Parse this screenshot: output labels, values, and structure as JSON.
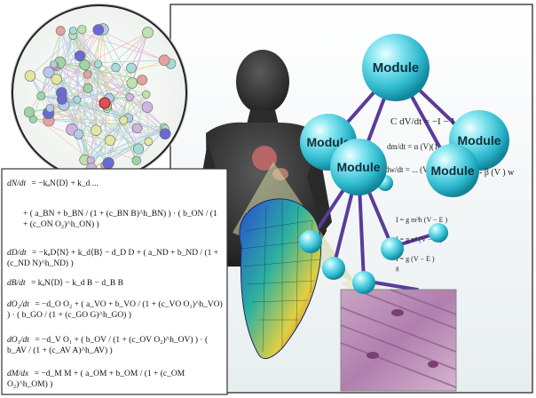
{
  "modules": {
    "top": "Module",
    "left": "Module",
    "center": "Module",
    "right": "Module",
    "lower_right": "Module"
  },
  "lower_right_suffix": "- β (V ) w",
  "hh_equations": [
    "C dV/dt = −I − I − I + I",
    "dm/dt = α (V)(1 − m) − β (V)m",
    "dw/dt = ... (V) w",
    "I = g m³h (V − E )",
    "I = g n⁴ (V − E )",
    "I = g (V − E )",
    "g"
  ],
  "equations": [
    {
      "lhs": "dN/dt",
      "rhs": "= −kₐN⟨D⟩ + k_d ..."
    },
    {
      "lhs": "",
      "rhs": "+ ( a_BN + b_BN / (1 + (c_BN B)^h_BN) ) · ( b_ON / (1 + (c_ON O₂)^h_ON) )"
    },
    {
      "lhs": "dD/dt",
      "rhs": "= −kₐD⟨N⟩ + k_d⟨B⟩ − d_D D + ( a_ND + b_ND / (1 + (c_ND N)^h_ND) )"
    },
    {
      "lhs": "dB/dt",
      "rhs": "= kₐN⟨D⟩ − k_d B − d_B B"
    },
    {
      "lhs": "dO₂/dt",
      "rhs": "= −d_O O₂ + ( a_VO + b_VO / (1 + (c_VO O₁)^h_VO) ) · ( b_GO / (1 + (c_GO G)^h_GO) )"
    },
    {
      "lhs": "dO₁/dt",
      "rhs": "= −d_V O₁ + ( b_OV / (1 + (c_OV O₂)^h_OV) ) · ( b_AV / (1 + (c_AV A)^h_AV) )"
    },
    {
      "lhs": "dM/dx",
      "rhs": "= −d_M M + ( a_OM + b_OM / (1 + (c_OM O₂)^h_OM) )"
    }
  ]
}
